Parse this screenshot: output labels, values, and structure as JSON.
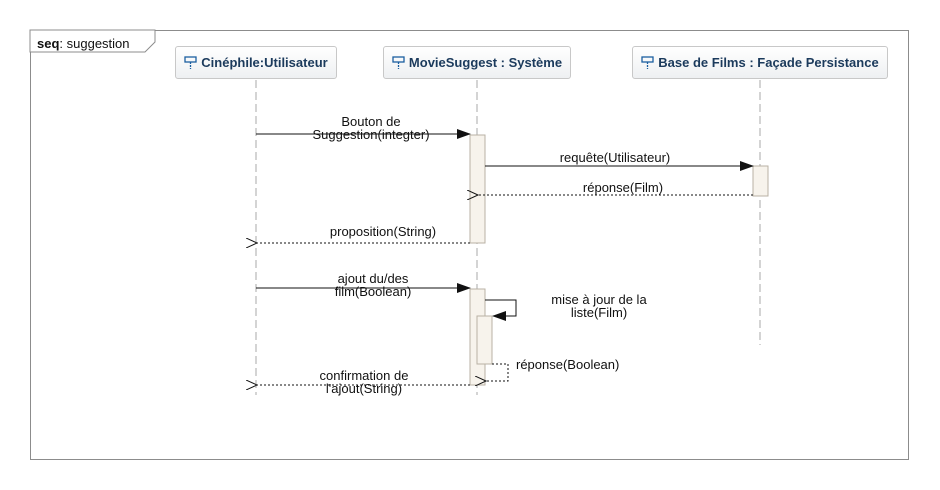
{
  "frame": {
    "keyword": "seq",
    "name": ": suggestion"
  },
  "lifelines": [
    {
      "label": "Cinéphile:Utilisateur",
      "icon": "lifeline-icon"
    },
    {
      "label": "MovieSuggest : Système",
      "icon": "lifeline-icon"
    },
    {
      "label": "Base de Films : Façade Persistance",
      "icon": "lifeline-icon"
    }
  ],
  "messages": {
    "m1": "Bouton de Suggestion(integter)",
    "m1a": "Bouton de",
    "m1b": "Suggestion(integter)",
    "m2": "requête(Utilisateur)",
    "m3": "réponse(Film)",
    "m4": "proposition(String)",
    "m5a": "ajout du/des",
    "m5b": "film(Boolean)",
    "m6a": "mise à jour de la",
    "m6b": "liste(Film)",
    "m7": "réponse(Boolean)",
    "m8a": "confirmation de",
    "m8b": "l'ajout(String)"
  },
  "colors": {
    "lifeline_text": "#1b3a5c",
    "activation_fill": "#f7f3ec",
    "border": "#8c8c8c"
  }
}
